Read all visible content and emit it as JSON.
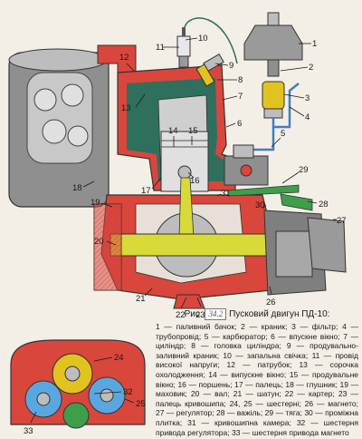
{
  "figure": {
    "prefix": "Рис.",
    "number": "34.2",
    "title": "Пусковий двигун ПД-10:",
    "legend": "1 — паливний бачок; 2 — краник; 3 — фільтр; 4 — трубопровід; 5 — карбюратор; 6 — впускне вікно; 7 — циліндр; 8 — головка циліндра; 9 — продувально-заливний краник; 10 — запальна свічка; 11 — провід високої напруги; 12 — патрубок; 13 — сорочка охолодження; 14 — випускне вікно; 15 — продувальне вікно; 16 — поршень; 17 — палець; 18 — глушник; 19 — маховик; 20 — вал; 21 — шатун; 22 — картер; 23 — палець кривошипа; 24, 25 — шестерні; 26 — магнето; 27 — регулятор; 28 — важіль; 29 — тяга; 30 — проміжна плитка; 31 — кривошипна камера; 32 — шестерня привода регулятора; 33 — шестерня привода магнето"
  },
  "callouts": [
    "1",
    "2",
    "3",
    "4",
    "5",
    "6",
    "7",
    "8",
    "9",
    "10",
    "11",
    "12",
    "13",
    "14",
    "15",
    "16",
    "17",
    "18",
    "19",
    "20",
    "21",
    "22",
    "23",
    "24",
    "25",
    "26",
    "27",
    "28",
    "29",
    "30",
    "31",
    "32",
    "33"
  ],
  "colors": {
    "background": "#f4efe6",
    "cooling_jacket": "#2f6f5e",
    "section_cut": "#d9463c",
    "shaft": "#d9d93a",
    "linkage": "#3f9e4a",
    "fuel": "#e2c21f",
    "metal": "#9a9a9a"
  }
}
